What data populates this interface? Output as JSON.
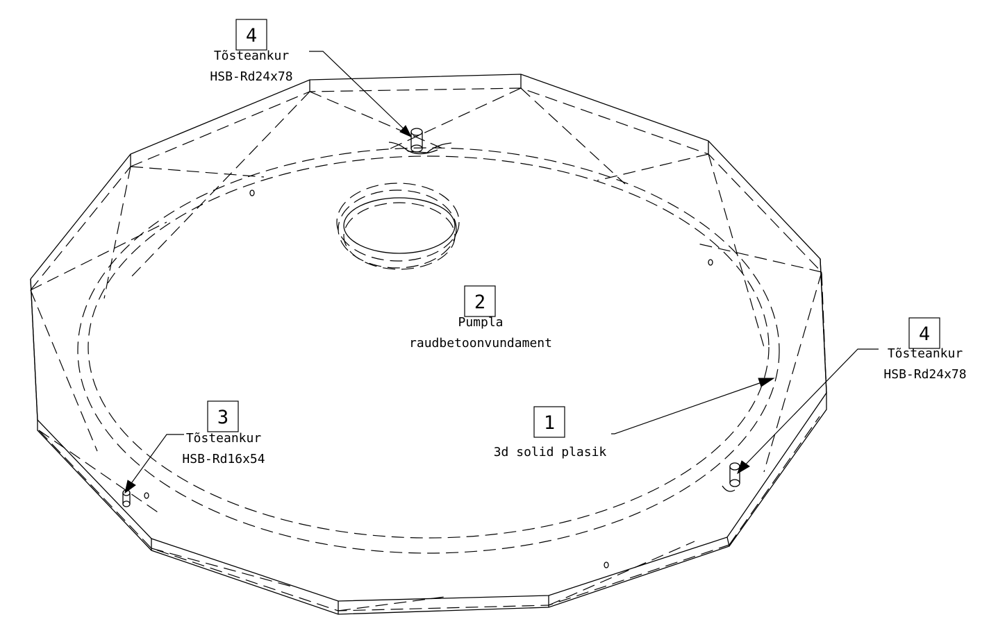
{
  "callouts": {
    "plastic": {
      "number": "1",
      "line1": "3d solid plasik"
    },
    "foundation": {
      "number": "2",
      "line1": "Pumpla",
      "line2": "raudbetoonvundament"
    },
    "anchor_small": {
      "number": "3",
      "line1": "Tõsteankur",
      "line2": "HSB-Rd16x54"
    },
    "anchor_top": {
      "number": "4",
      "line1": "Tõsteankur",
      "line2": "HSB-Rd24x78"
    },
    "anchor_right": {
      "number": "4",
      "line1": "Tõsteankur",
      "line2": "HSB-Rd24x78"
    }
  },
  "colors": {
    "line": "#000000",
    "background": "#ffffff"
  }
}
